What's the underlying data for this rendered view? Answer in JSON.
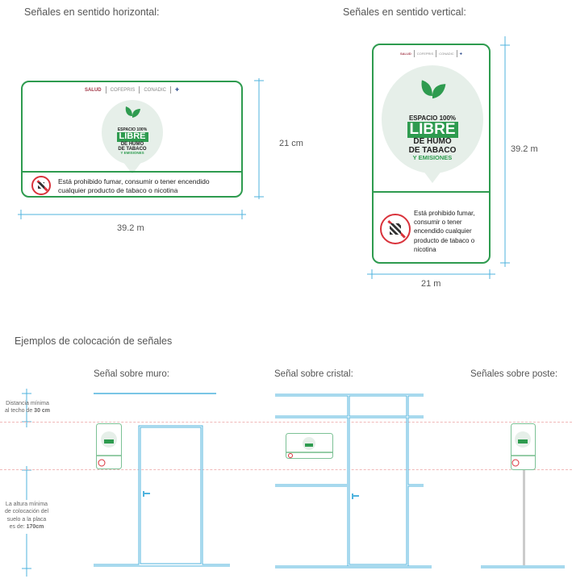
{
  "horizontal": {
    "title": "Señales en sentido horizontal:",
    "height_label": "21 cm",
    "width_label": "39.2 m"
  },
  "vertical": {
    "title": "Señales en sentido vertical:",
    "height_label": "39.2 m",
    "width_label": "21 m"
  },
  "sign": {
    "logos": [
      "SALUD",
      "COFEPRIS",
      "CONADIC"
    ],
    "espacio": "ESPACIO 100%",
    "libre": "LIBRE",
    "humo": "DE HUMO",
    "tabaco": "DE TABACO",
    "emisiones": "Y EMISIONES",
    "warning": "Está prohibido fumar, consumir o tener encendido cualquier producto de tabaco o nicotina"
  },
  "examples": {
    "title": "Ejemplos de colocación de señales",
    "wall": "Señal sobre muro:",
    "glass": "Señal sobre cristal:",
    "post": "Señales sobre poste:",
    "ceiling_label_1": "Distancia mínima",
    "ceiling_label_2": "al techo de ",
    "ceiling_value": "30 cm",
    "floor_label_1": "La altura mínima",
    "floor_label_2": "de colocación del",
    "floor_label_3": "suelo a la placa",
    "floor_label_4": "es de: ",
    "floor_value": "170cm"
  },
  "colors": {
    "green": "#2e9b4f",
    "blue": "#4fb3de",
    "red": "#d9323b"
  }
}
